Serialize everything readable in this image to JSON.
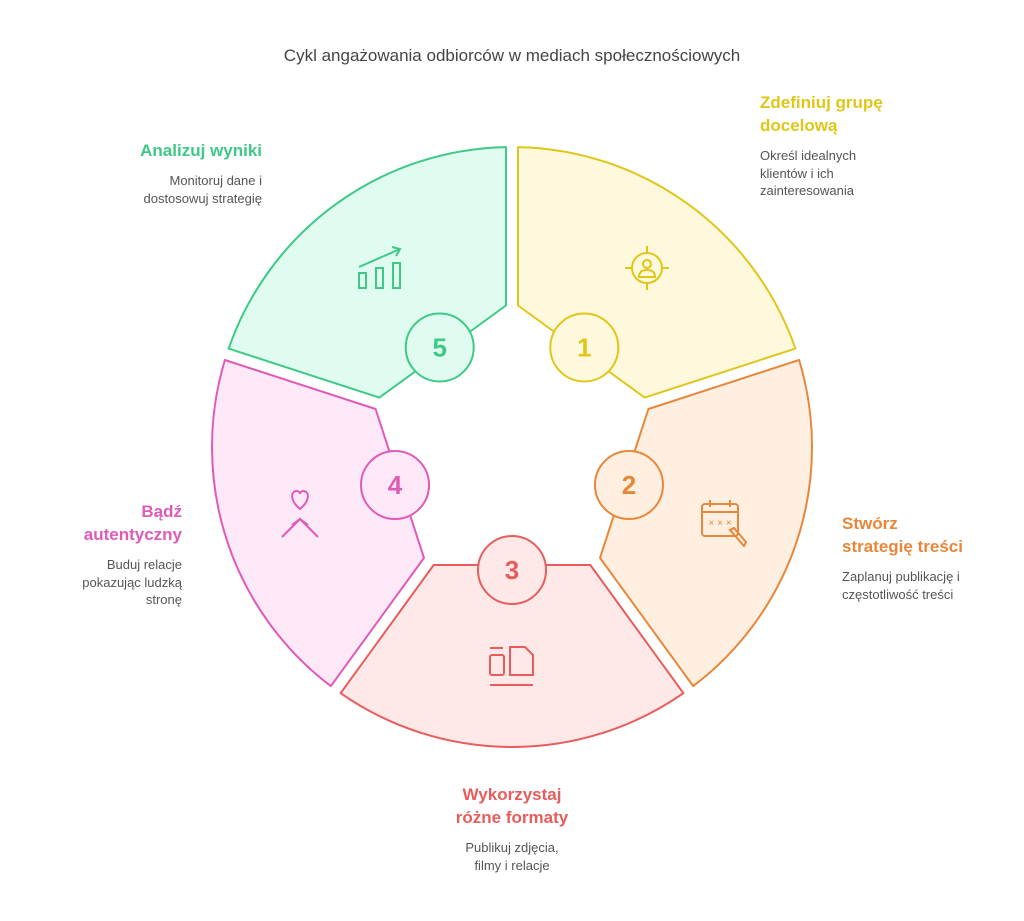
{
  "title": "Cykl angażowania odbiorców w mediach społecznościowych",
  "steps": [
    {
      "number": "1",
      "title_lines": [
        "Zdefiniuj grupę",
        "docelową"
      ],
      "desc_lines": [
        "Określ idealnych",
        "klientów i ich",
        "zainteresowania"
      ],
      "icon": "target-user-icon",
      "stroke": "#e0c619",
      "fill": "#fef9dc"
    },
    {
      "number": "2",
      "title_lines": [
        "Stwórz",
        "strategię treści"
      ],
      "desc_lines": [
        "Zaplanuj publikację i",
        "częstotliwość treści"
      ],
      "icon": "calendar-pen-icon",
      "stroke": "#e8873a",
      "fill": "#ffefe0"
    },
    {
      "number": "3",
      "title_lines": [
        "Wykorzystaj",
        "różne formaty"
      ],
      "desc_lines": [
        "Publikuj zdjęcia,",
        "filmy i relacje"
      ],
      "icon": "formats-layout-icon",
      "stroke": "#e85c5c",
      "fill": "#ffe9e8"
    },
    {
      "number": "4",
      "title_lines": [
        "Bądź",
        "autentyczny"
      ],
      "desc_lines": [
        "Buduj relacje",
        "pokazując ludzką",
        "stronę"
      ],
      "icon": "heart-hands-icon",
      "stroke": "#e05ab8",
      "fill": "#fde8f7"
    },
    {
      "number": "5",
      "title_lines": [
        "Analizuj wyniki"
      ],
      "desc_lines": [
        "Monitoruj dane i",
        "dostosowuj strategię"
      ],
      "icon": "growth-chart-icon",
      "stroke": "#3ec987",
      "fill": "#e0fbef"
    }
  ]
}
